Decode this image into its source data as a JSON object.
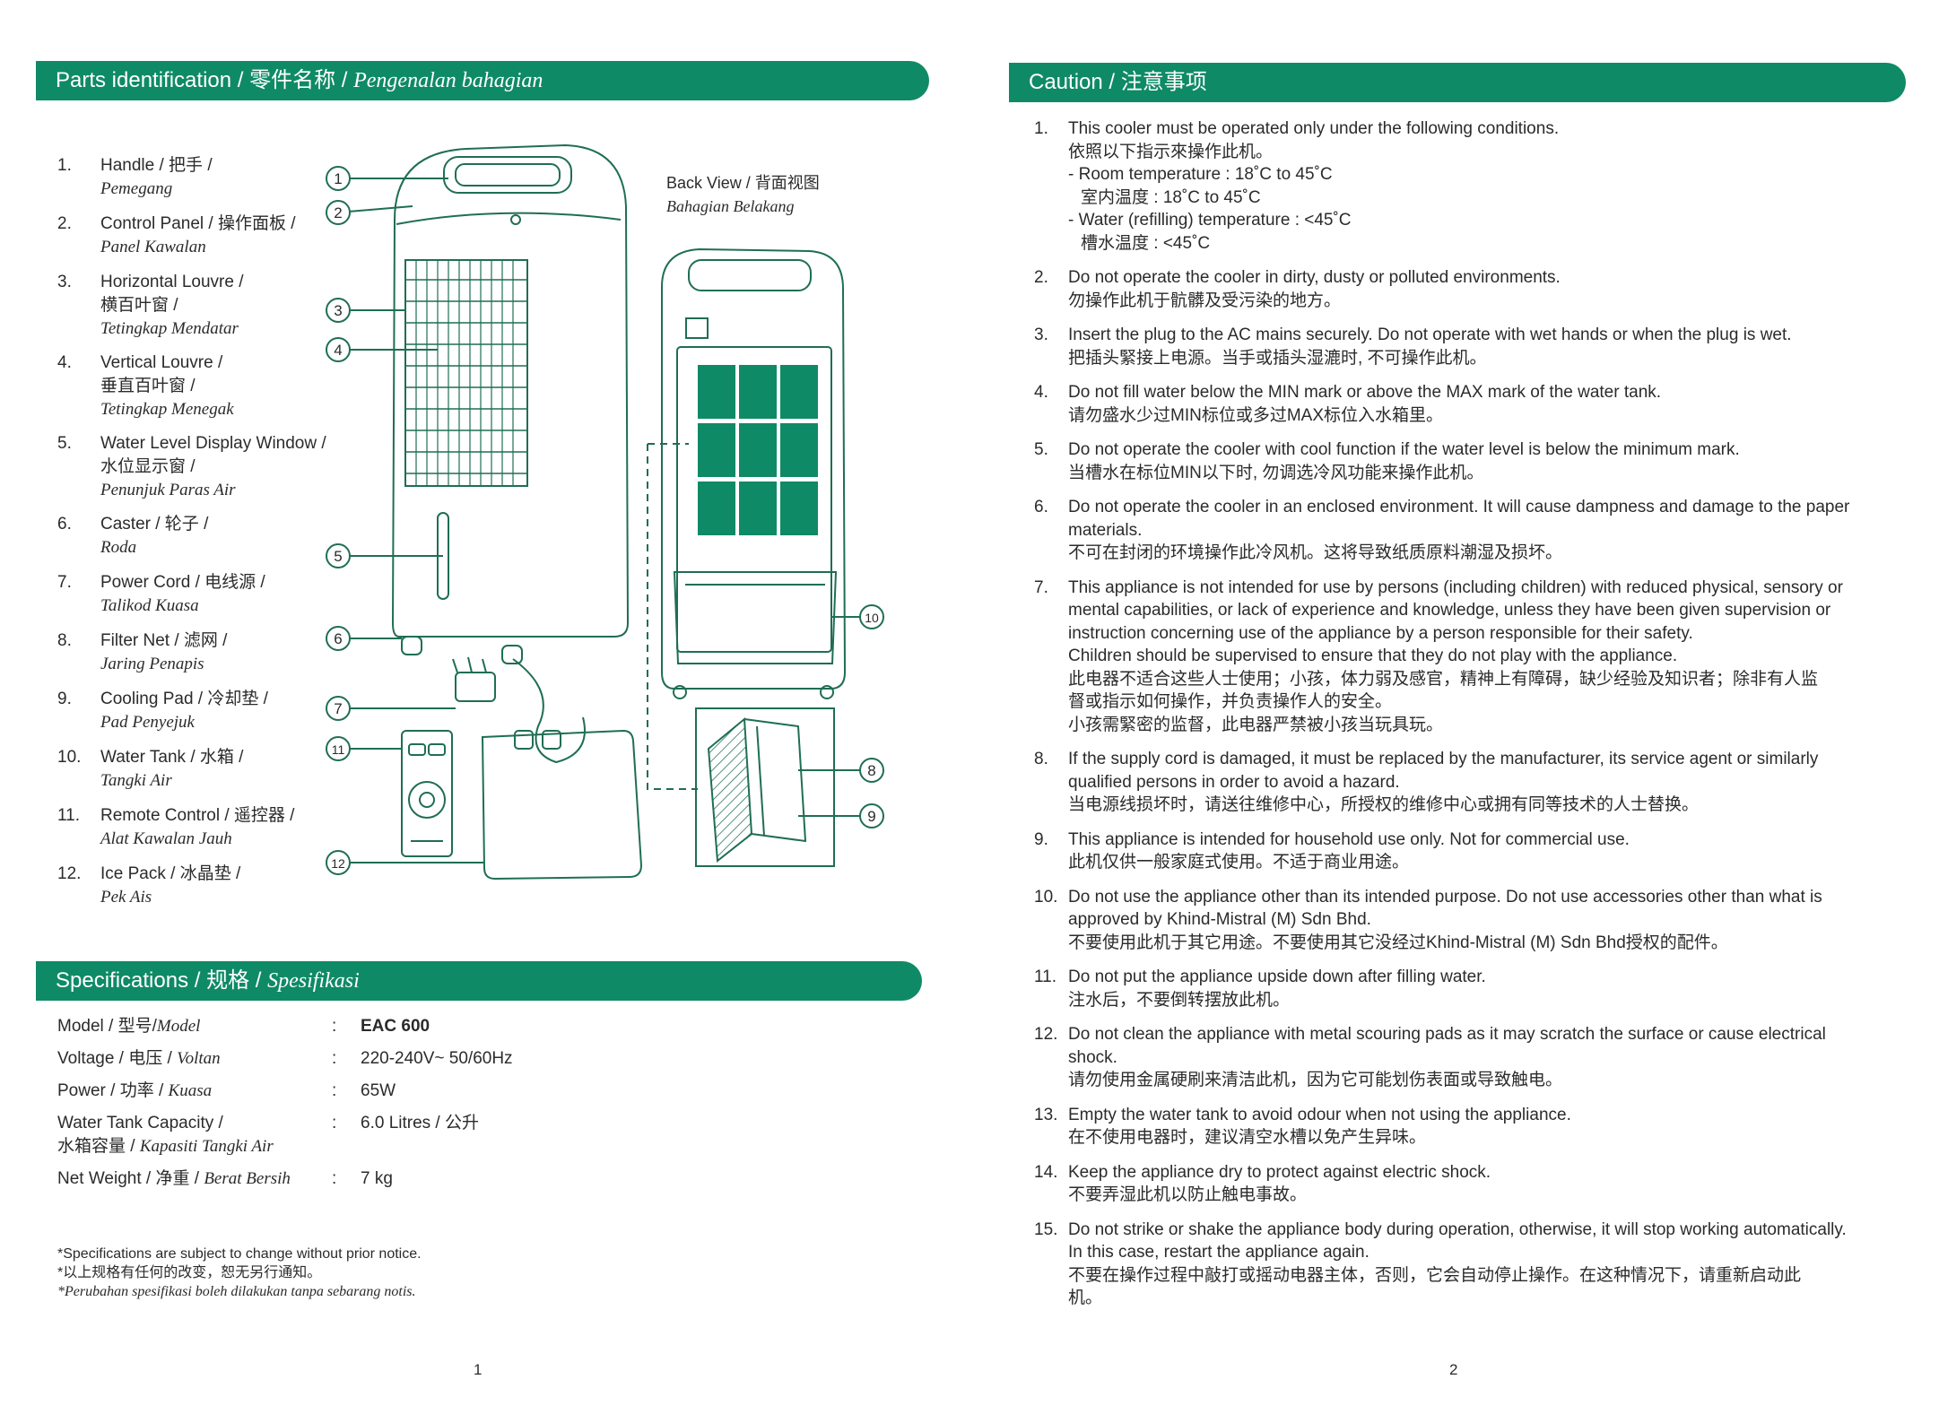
{
  "page1": {
    "parts_banner": {
      "en": "Parts identification / 零件名称 / ",
      "ms": "Pengenalan bahagian"
    },
    "parts": [
      {
        "num": "1.",
        "label": "Handle / 把手 /",
        "ml": "Pemegang"
      },
      {
        "num": "2.",
        "label": "Control Panel / 操作面板 /",
        "ml": "Panel Kawalan"
      },
      {
        "num": "3.",
        "label": "Horizontal Louvre /",
        "label2": "横百叶窗 /",
        "ml": "Tetingkap Mendatar"
      },
      {
        "num": "4.",
        "label": "Vertical Louvre /",
        "label2": "垂直百叶窗 /",
        "ml": "Tetingkap Menegak"
      },
      {
        "num": "5.",
        "label": "Water Level Display Window /",
        "label2": "水位显示窗 /",
        "ml": "Penunjuk Paras Air"
      },
      {
        "num": "6.",
        "label": "Caster / 轮子 /",
        "ml": "Roda"
      },
      {
        "num": "7.",
        "label": "Power Cord / 电线源 /",
        "ml": "Talikod Kuasa"
      },
      {
        "num": "8.",
        "label": "Filter Net / 滤网 /",
        "ml": "Jaring Penapis"
      },
      {
        "num": "9.",
        "label": "Cooling Pad / 冷却垫 /",
        "ml": "Pad Penyejuk"
      },
      {
        "num": "10.",
        "label": "Water Tank / 水箱 /",
        "ml": "Tangki Air"
      },
      {
        "num": "11.",
        "label": "Remote Control / 遥控器 /",
        "ml": "Alat Kawalan Jauh"
      },
      {
        "num": "12.",
        "label": "Ice Pack / 冰晶垫 /",
        "ml": "Pek Ais"
      }
    ],
    "diagram": {
      "back_view": "Back View / 背面视图",
      "back_view_ml": "Bahagian Belakang",
      "callouts": [
        "1",
        "2",
        "3",
        "4",
        "5",
        "6",
        "7",
        "8",
        "9",
        "10",
        "11",
        "12"
      ]
    },
    "spec_banner": {
      "en": "Specifications / 规格  / ",
      "ms": "Spesifikasi"
    },
    "specs": [
      {
        "label": "Model / 型号/",
        "label_ml": "Model",
        "value": "EAC 600"
      },
      {
        "label": "Voltage / 电压 / ",
        "label_ml": "Voltan",
        "value": "220-240V~ 50/60Hz"
      },
      {
        "label": "Power / 功率 / ",
        "label_ml": "Kuasa",
        "value": "65W"
      },
      {
        "label": "Water Tank Capacity /",
        "label2": "水箱容量 / ",
        "label_ml": "Kapasiti Tangki Air",
        "value": "6.0 Litres / 公升"
      },
      {
        "label": "Net Weight / 净重 / ",
        "label_ml": "Berat Bersih",
        "value": "7 kg"
      }
    ],
    "notes": [
      "*Specifications are subject to change without prior notice.",
      "*以上规格有任何的改变，恕无另行通知。",
      "*Perubahan spesifikasi boleh dilakukan tanpa sebarang notis."
    ],
    "page_number": "1"
  },
  "page2": {
    "caution_banner": "Caution / 注意事项",
    "cautions": [
      {
        "num": "1.",
        "lines": [
          "This cooler must be operated only under the following conditions.",
          "依照以下指示來操作此机。",
          "- Room temperature : 18˚C to 45˚C",
          "  室内温度 : 18˚C to 45˚C",
          "- Water (refilling) temperature : <45˚C",
          "  槽水温度 : <45˚C"
        ]
      },
      {
        "num": "2.",
        "lines": [
          "Do not operate the cooler in dirty, dusty or polluted environments.",
          "勿操作此机于骯髒及受污染的地方。"
        ]
      },
      {
        "num": "3.",
        "lines": [
          "Insert the plug to the AC mains securely. Do not operate with wet hands or when the plug is wet.",
          "把插头緊接上电源。当手或插头湿漉时, 不可操作此机。"
        ]
      },
      {
        "num": "4.",
        "lines": [
          "Do not fill water below the MIN mark or above the MAX mark of the water tank.",
          "请勿盛水少过MIN标位或多过MAX标位入水箱里。"
        ]
      },
      {
        "num": "5.",
        "lines": [
          "Do not operate the cooler with cool function if the water level is below the minimum mark.",
          "当槽水在标位MIN以下时, 勿调选冷风功能来操作此机。"
        ]
      },
      {
        "num": "6.",
        "lines": [
          "Do not operate the cooler in an enclosed environment. It will cause dampness and damage to the paper",
          "materials.",
          "不可在封闭的环境操作此冷风机。这将导致纸质原料潮湿及损坏。"
        ]
      },
      {
        "num": "7.",
        "lines": [
          "This appliance is not intended for use by persons (including children) with reduced physical, sensory or",
          "mental capabilities, or lack of experience and knowledge, unless they have been given supervision or",
          "instruction concerning use of the appliance by a person responsible for their safety.",
          "Children should be supervised to ensure that they do not play  with the appliance.",
          "此电器不适合这些人士使用；小孩，体力弱及感官，精神上有障碍，缺少经验及知识者；除非有人监",
          "督或指示如何操作，并负责操作人的安全。",
          "小孩需緊密的监督，此电器严禁被小孩当玩具玩。"
        ]
      },
      {
        "num": "8.",
        "lines": [
          "If the supply cord is damaged, it must be replaced by the manufacturer, its service agent or similarly",
          "qualified persons in order to avoid a hazard.",
          "当电源线损坏时，请送往维修中心，所授权的维修中心或拥有同等技术的人士替换。"
        ]
      },
      {
        "num": "9.",
        "lines": [
          "This appliance is intended for household use only. Not for commercial use.",
          "此机仅供一般家庭式使用。不适于商业用途。"
        ]
      },
      {
        "num": "10.",
        "lines": [
          "Do not use the appliance other than its intended purpose. Do not use accessories other than what is",
          "approved by Khind-Mistral (M) Sdn Bhd.",
          "不要使用此机于其它用途。不要使用其它没经过Khind-Mistral (M) Sdn Bhd授权的配件。"
        ]
      },
      {
        "num": "11.",
        "lines": [
          "Do not put the appliance upside down after filling water.",
          "注水后，不要倒转摆放此机。"
        ]
      },
      {
        "num": "12.",
        "lines": [
          "Do not clean the appliance with metal scouring pads as it may scratch the surface or cause electrical",
          "shock.",
          "请勿使用金属硬刷来清洁此机，因为它可能划伤表面或导致触电。"
        ]
      },
      {
        "num": "13.",
        "lines": [
          "Empty the water tank to avoid odour when not using the appliance.",
          "在不使用电器时，建议清空水槽以免产生异味。"
        ]
      },
      {
        "num": "14.",
        "lines": [
          "Keep the appliance dry to protect against electric shock.",
          "不要弄湿此机以防止触电事故。"
        ]
      },
      {
        "num": "15.",
        "lines": [
          "Do not strike or shake the appliance body during operation, otherwise, it will stop working automatically.",
          "In this case, restart the appliance again.",
          "不要在操作过程中敲打或摇动电器主体，否则，它会自动停止操作。在这种情况下，请重新启动此",
          "机。"
        ]
      }
    ],
    "page_number": "2"
  },
  "colors": {
    "accent": "#0f8a66",
    "text": "#2b2b2b",
    "line": "#1f6e55"
  }
}
